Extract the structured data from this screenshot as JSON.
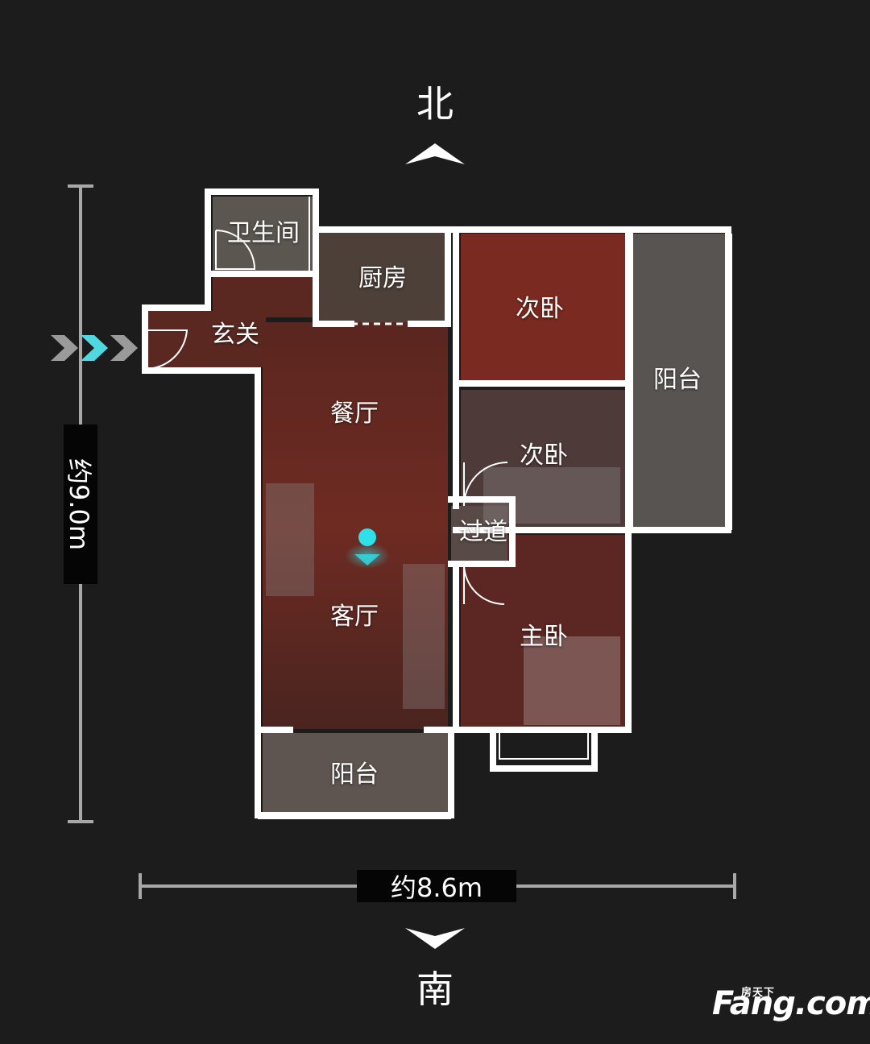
{
  "compass": {
    "north": "北",
    "south": "南"
  },
  "dimensions": {
    "height": "约9.0m",
    "width": "约8.6m"
  },
  "rooms": {
    "bathroom": "卫生间",
    "kitchen": "厨房",
    "entrance": "玄关",
    "dining": "餐厅",
    "living": "客厅",
    "bedroom2_north": "次卧",
    "bedroom2_middle": "次卧",
    "hallway": "过道",
    "master_bedroom": "主卧",
    "balcony_east": "阳台",
    "balcony_south": "阳台"
  },
  "logo": {
    "text": "Fang.com",
    "cn": "房天下"
  },
  "colors": {
    "background": "#1c1c1c",
    "wall": "#ffffff",
    "floor": "#6a2a22",
    "viewpoint": "#2ee0e8",
    "entry_arrow_active": "#4fd8e0",
    "entry_arrow": "#9a9a9a"
  }
}
